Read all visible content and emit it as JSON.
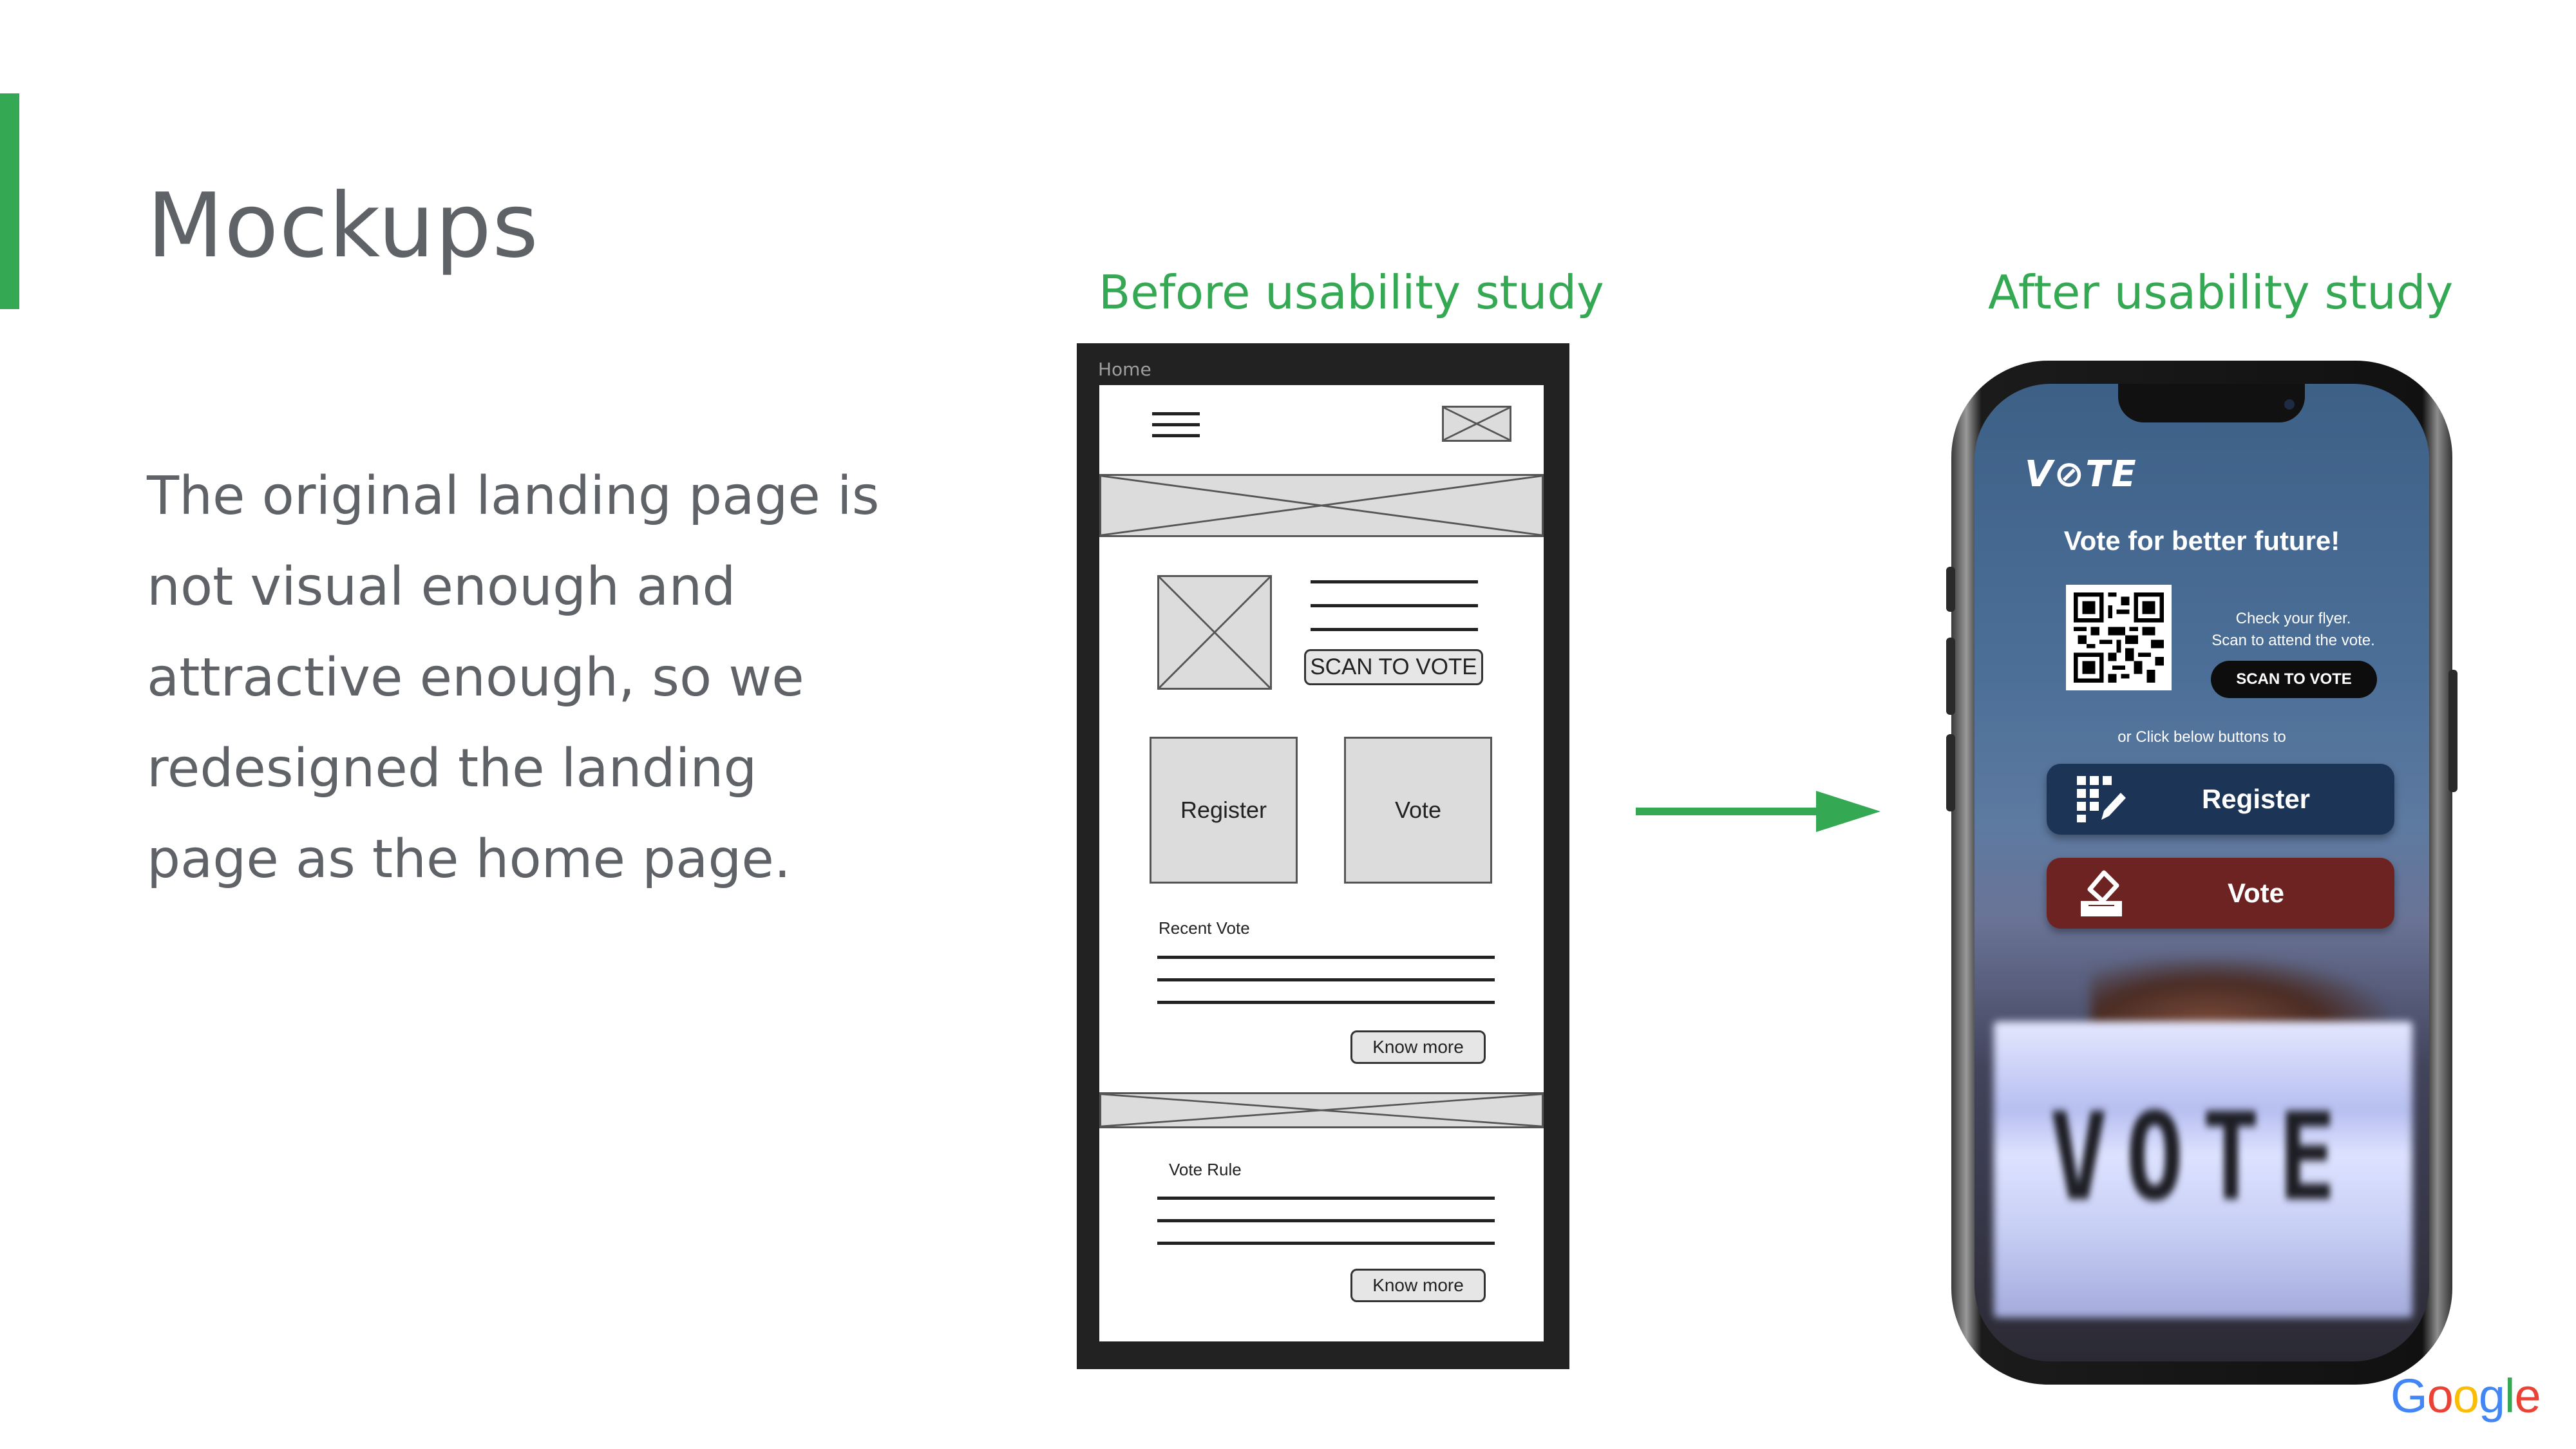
{
  "slide": {
    "title": "Mockups",
    "body_lines": [
      "The original landing page is",
      "not visual enough and",
      "attractive enough, so we",
      "redesigned the landing",
      "page as the home page."
    ],
    "accent_color": "#34a853",
    "before_title": "Before usability study",
    "after_title": "After usability study"
  },
  "wireframe": {
    "tab_label": "Home",
    "scan_button": "SCAN TO VOTE",
    "register_tile": "Register",
    "vote_tile": "Vote",
    "recent_vote_label": "Recent Vote",
    "know_more_1": "Know more",
    "vote_rule_label": "Vote Rule",
    "know_more_2": "Know more"
  },
  "mockup": {
    "logo": "V⊘TE",
    "headline": "Vote for better future!",
    "scan_text_1": "Check your flyer.",
    "scan_text_2": "Scan to attend the vote.",
    "scan_button": "SCAN TO VOTE",
    "click_text": "or Click below buttons to",
    "register_button": "Register",
    "vote_button": "Vote",
    "photo_word": "VOTE",
    "register_color": "#1c3557",
    "vote_color": "#6e2323",
    "icons": [
      "grid-pencil-icon",
      "ballot-box-icon",
      "qr-code-icon"
    ]
  },
  "footer": {
    "logo_letters": [
      {
        "ch": "G",
        "color": "#4285f4"
      },
      {
        "ch": "o",
        "color": "#ea4335"
      },
      {
        "ch": "o",
        "color": "#fbbc05"
      },
      {
        "ch": "g",
        "color": "#4285f4"
      },
      {
        "ch": "l",
        "color": "#34a853"
      },
      {
        "ch": "e",
        "color": "#ea4335"
      }
    ]
  }
}
